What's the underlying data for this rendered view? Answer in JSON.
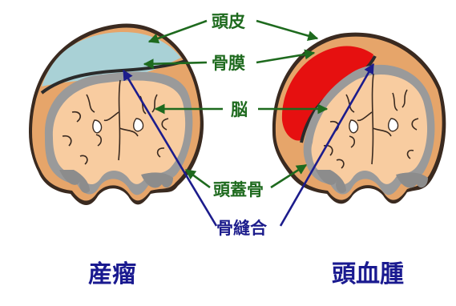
{
  "labels": {
    "scalp": "頭皮",
    "periosteum": "骨膜",
    "brain": "脳",
    "skull": "頭蓋骨",
    "suture": "骨縫合"
  },
  "captions": {
    "left": "産瘤",
    "right": "頭血腫"
  },
  "colors": {
    "label_green": "#1e6a1e",
    "suture_blue": "#1c1c8c",
    "caption_blue": "#1a1a90",
    "caput_fluid": "#a9d1d6",
    "hematoma_blood": "#e61010",
    "brain": "#f8cca0",
    "scalp_tone": "#e6a56a"
  }
}
